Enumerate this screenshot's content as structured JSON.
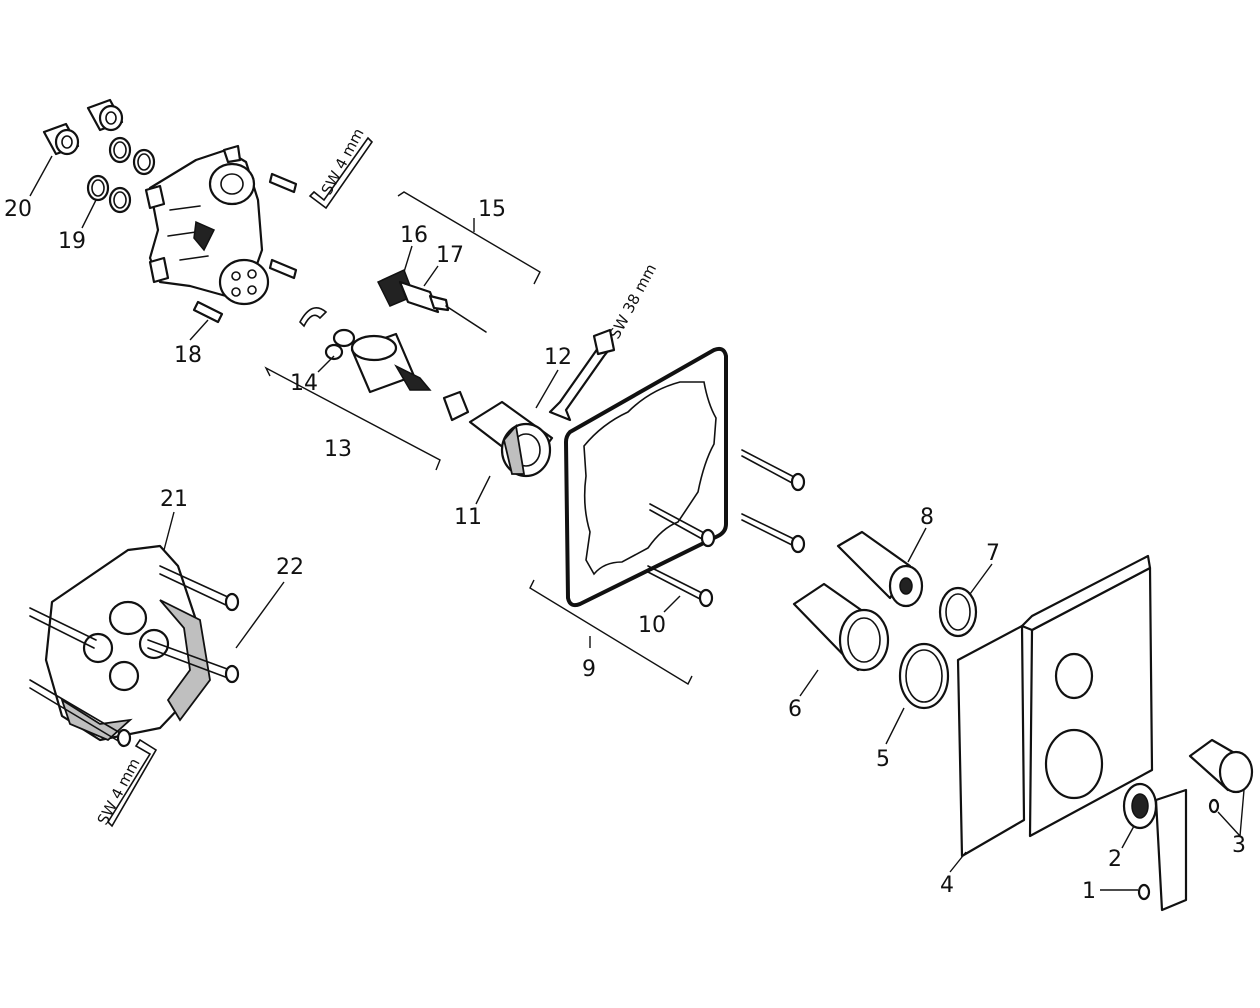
{
  "labels": {
    "n1": "1",
    "n2": "2",
    "n3": "3",
    "n4": "4",
    "n5": "5",
    "n6": "6",
    "n7": "7",
    "n8": "8",
    "n9": "9",
    "n10": "10",
    "n11": "11",
    "n12": "12",
    "n13": "13",
    "n14": "14",
    "n15": "15",
    "n16": "16",
    "n17": "17",
    "n18": "18",
    "n19": "19",
    "n20": "20",
    "n21": "21",
    "n22": "22"
  },
  "tools": {
    "hex_key_top": "SW 4 mm",
    "wrench": "SW 38 mm",
    "hex_key_bottom": "SW 4 mm"
  }
}
